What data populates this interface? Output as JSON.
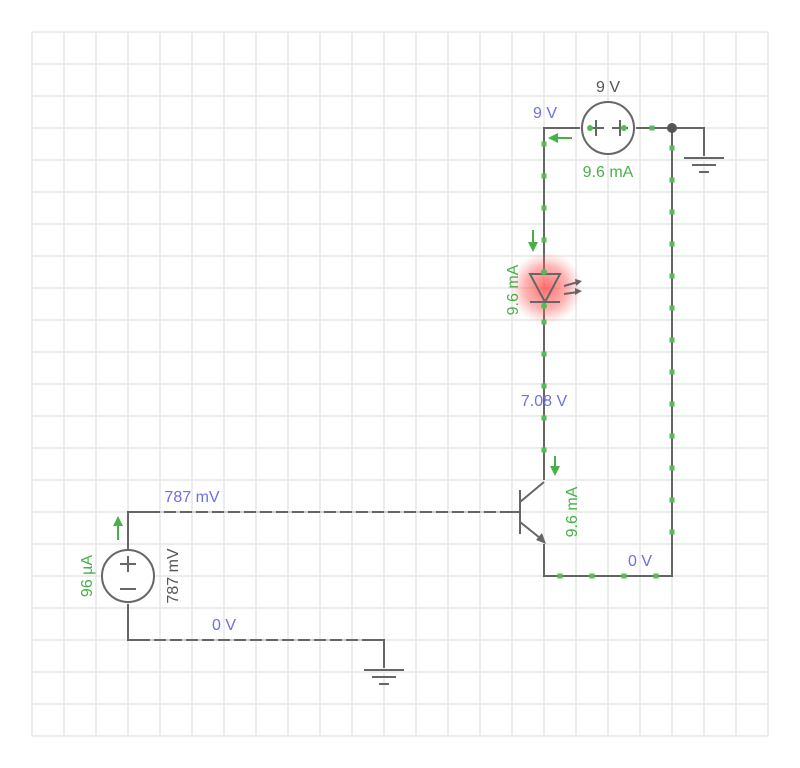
{
  "colors": {
    "grid": "#e6e6e6",
    "wire": "#666666",
    "voltage_label": "#6e6ee6",
    "current_label": "#48b048",
    "current_dot": "#55bb55",
    "led_glow": "#ff3b3b",
    "component": "#555555"
  },
  "battery": {
    "value": "9 V",
    "node_voltage": "9 V",
    "current": "9.6 mA"
  },
  "led": {
    "current": "9.6 mA"
  },
  "transistor": {
    "collector_voltage": "7.08 V",
    "current": "9.6 mA",
    "emitter_voltage": "0 V"
  },
  "input_source": {
    "voltage": "787 mV",
    "node_voltage": "787 mV",
    "current": "96 µA",
    "ground_voltage": "0 V"
  },
  "icons": [
    "dc-voltage-source-icon",
    "led-icon",
    "npn-transistor-icon",
    "ground-icon",
    "current-arrow-icon",
    "junction-node-icon"
  ]
}
